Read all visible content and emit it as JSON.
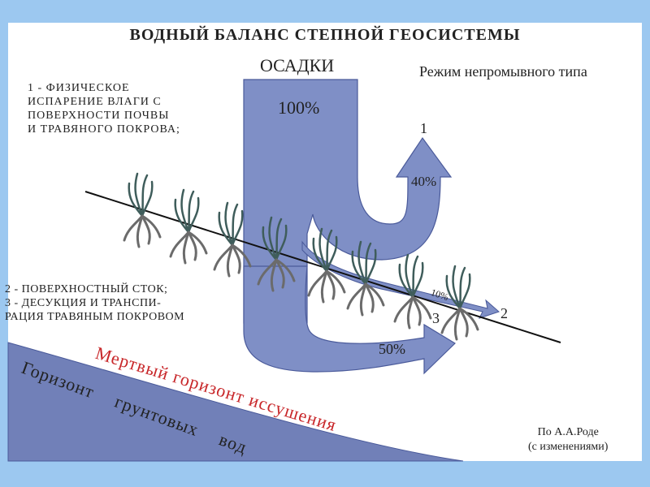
{
  "title": "ВОДНЫЙ  БАЛАНС  СТЕПНОЙ  ГЕОСИСТЕМЫ",
  "labels": {
    "precipitation": "ОСАДКИ",
    "regime": "Режим непромывного типа",
    "pct_100": "100%",
    "pct_40": "40%",
    "pct_10": "10%",
    "pct_50": "50%",
    "num_1": "1",
    "num_2": "2",
    "num_3": "3",
    "dead_horizon": "Мертвый  горизонт  иссушения",
    "groundwater": "Горизонт грунтовых вод"
  },
  "legend_1": [
    "1 - ФИЗИЧЕСКОЕ",
    "ИСПАРЕНИЕ ВЛАГИ С",
    "ПОВЕРХНОСТИ ПОЧВЫ",
    "И ТРАВЯНОГО ПОКРОВА;"
  ],
  "legend_2": [
    "2 - ПОВЕРХНОСТНЫЙ СТОК;",
    "3 - ДЕСУКЦИЯ И ТРАНСПИ-",
    "РАЦИЯ ТРАВЯНЫМ ПОКРОВОМ"
  ],
  "credit": [
    "По А.А.Роде",
    "(с изменениями)"
  ],
  "colors": {
    "arrow_fill": "#7f8fc6",
    "arrow_stroke": "#4a5a9a",
    "groundwater_fill": "#7180b8",
    "dead_horizon_text": "#c8272a",
    "page_border": "#9cc8f0",
    "grass": "#3f5d5b",
    "roots": "#6b6b6b"
  }
}
